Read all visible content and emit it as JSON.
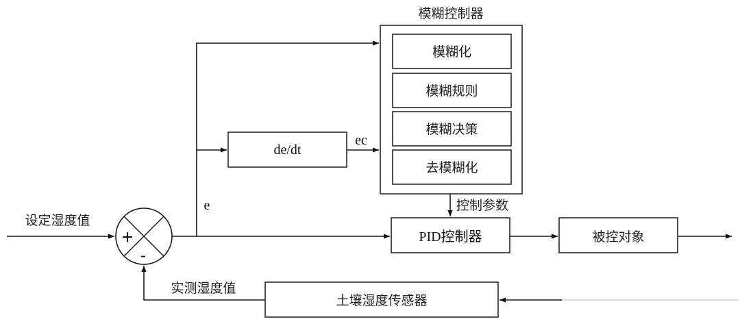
{
  "diagram": {
    "fuzzy_controller": {
      "title": "模糊控制器",
      "stages": [
        "模糊化",
        "模糊规则",
        "模糊决策",
        "去模糊化"
      ]
    },
    "derivative_block": {
      "label": "de/dt"
    },
    "signals": {
      "setpoint": "设定湿度值",
      "error": "e",
      "error_rate": "ec",
      "control_params": "控制参数",
      "measured": "实测湿度值"
    },
    "summing_junction": {
      "plus": "+",
      "minus": "-"
    },
    "pid_controller": {
      "label": "PID控制器"
    },
    "plant": {
      "label": "被控对象"
    },
    "sensor": {
      "label": "土壤湿度传感器"
    }
  }
}
